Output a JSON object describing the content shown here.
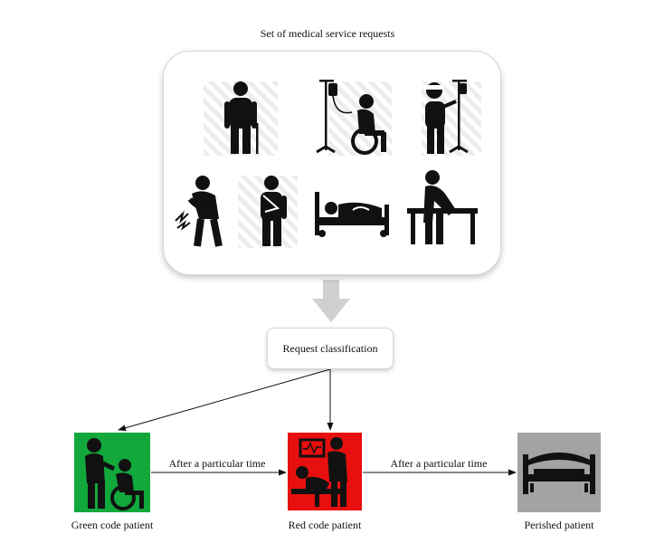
{
  "title": "Set of medical service requests",
  "classification": {
    "label": "Request classification"
  },
  "categories": {
    "green": {
      "label": "Green code patient",
      "color": "#12a83c"
    },
    "red": {
      "label": "Red code patient",
      "color": "#e8100e"
    },
    "perished": {
      "label": "Perished patient",
      "color": "#a3a3a3"
    }
  },
  "transitions": {
    "green_to_red": "After a particular time",
    "red_to_perished": "After a particular time"
  },
  "request_icons": [
    "standing-elderly-patient-icon",
    "wheelchair-iv-patient-icon",
    "bandaged-head-iv-patient-icon",
    "abdominal-pain-patient-icon",
    "arm-sling-patient-icon",
    "bedridden-patient-icon",
    "patient-leaning-on-table-icon"
  ],
  "colors": {
    "arrow": "#111111",
    "flow_arrow": "#d0d0d0",
    "box_border": "#cfd8e4"
  }
}
